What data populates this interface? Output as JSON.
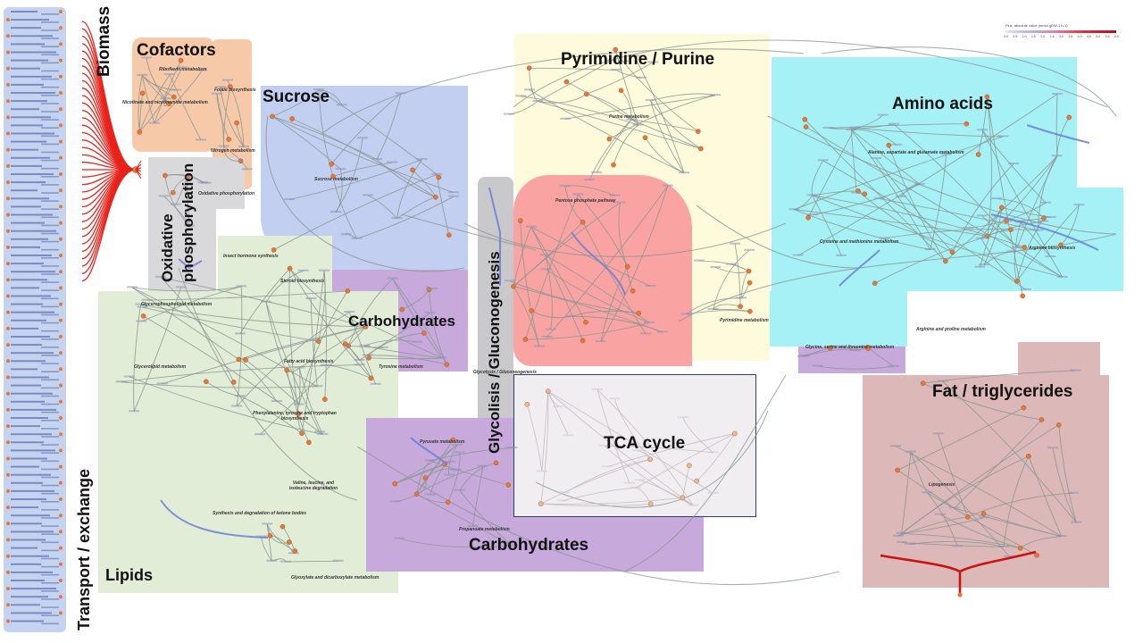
{
  "titles": {
    "biomass": "Biomass",
    "cofactors": "Cofactors",
    "sucrose": "Sucrose",
    "pyrimidine_purine": "Pyrimidine / Purine",
    "amino_acids": "Amino acids",
    "oxidative_phosphorylation_1": "Oxidative",
    "oxidative_phosphorylation_2": "phosphorylation",
    "carbohydrates_upper": "Carbohydrates",
    "glycolysis": "Glycolisis / Gluconogenesis",
    "tca": "TCA cycle",
    "fat": "Fat / triglycerides",
    "lipids": "Lipids",
    "carbohydrates_lower": "Carbohydrates",
    "transport": "Transport  / exchange"
  },
  "pathways": {
    "riboflavin": "Riboflavin metabolism",
    "folate": "Folate biosynthesis",
    "nicotinate": "Nicotinate and nicotinamide metabolism",
    "nitrogen": "Nitrogen metabolism",
    "oxphos": "Oxidative phosphorylation",
    "sucrose": "Sucrose metabolism",
    "purine": "Purine metabolism",
    "pentose": "Pentose phosphate pathway",
    "alanine": "Alanine, aspartate and glutamate metabolism",
    "cysteine": "Cysteine and methionine metabolism",
    "arginine": "Arginine biosynthesis",
    "arginine_proline": "Arginine and proline metabolism",
    "glycine": "Glycine, serine and threonine metabolism",
    "pyrimidine": "Pyrimidine metabolism",
    "insect": "Insect hormone synthesis",
    "steroid": "Steroid biosynthesis",
    "glycerophospholipid": "Glycerophospholipid metabolism",
    "glycerolipid": "Glycerolipid metabolism",
    "fatty_acid": "Fatty acid biosynthesis",
    "tyrosine": "Tyrosine metabolism",
    "phenylalanine": "Phenylalanine, tyrosine and tryptophan biosynthesis",
    "valine": "Valine, leucine, and isoleucine degradation",
    "ketone": "Synthesis and degradation of ketone bodies",
    "glyoxylate": "Glyoxylate and dicarboxylate metabolism",
    "pyruvate": "Pyruvate metabolism",
    "propanoate": "Propanoate metabolism",
    "lipogenesis": "Lipogenesis",
    "glycolysis_small": "Glycolysis / Gluconeogenesis"
  },
  "legend": {
    "title": "Flux, absolute value (mmol gDW-1 h-1)",
    "ticks": [
      "0.0",
      "0.5",
      "1.0",
      "1.5",
      "2.0",
      "2.5",
      "3.0",
      "3.5",
      "4.0",
      "4.5",
      "5.0",
      "5.5",
      "6.0"
    ],
    "colors": [
      "#e8e4f7",
      "#c9bdeb",
      "#b8a3e0",
      "#d98aa6",
      "#e8596b",
      "#d93040",
      "#c41e2e",
      "#b01020"
    ]
  },
  "colors": {
    "biomass_flux": "#e8231a",
    "flux_blue": "#6a7fd6",
    "flux_red": "#cc1111",
    "edge_gray": "#8a9690",
    "node_orange": "#e07a3a"
  }
}
